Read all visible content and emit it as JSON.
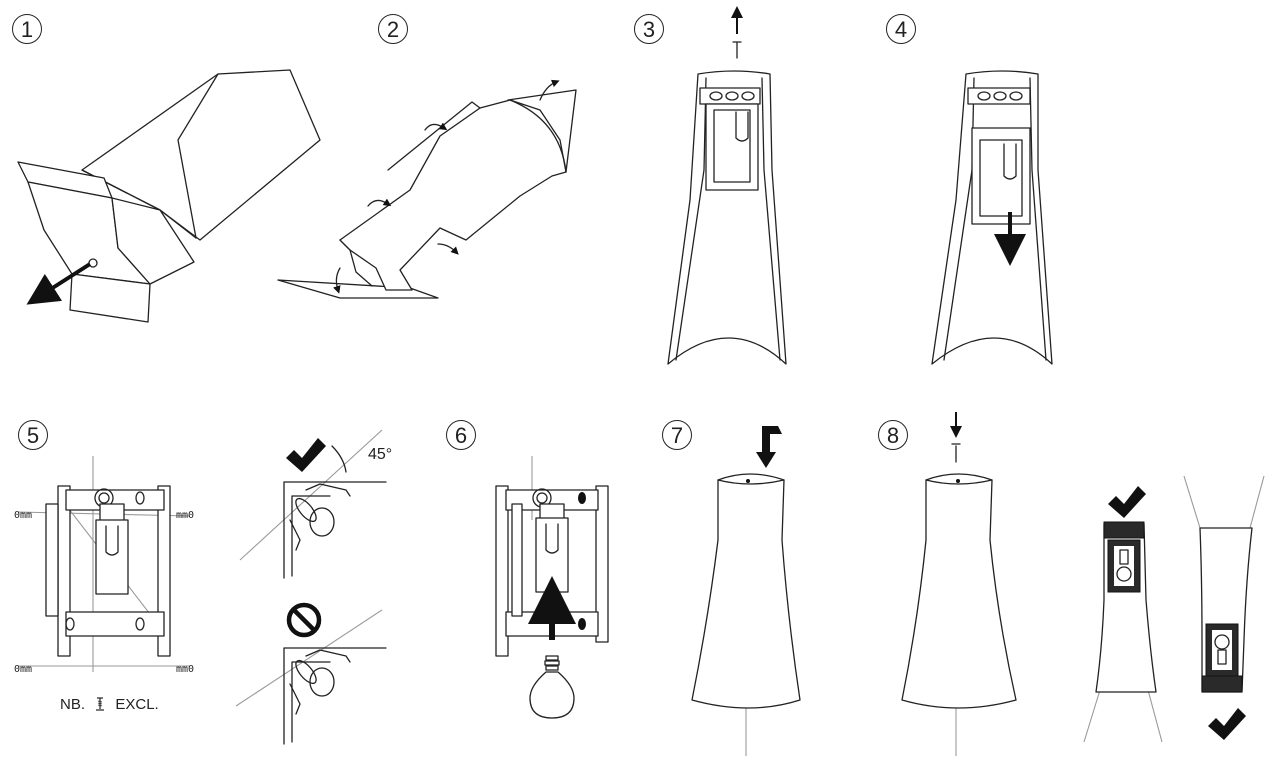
{
  "steps": [
    {
      "number": "1"
    },
    {
      "number": "2"
    },
    {
      "number": "3"
    },
    {
      "number": "4"
    },
    {
      "number": "5"
    },
    {
      "number": "6"
    },
    {
      "number": "7"
    },
    {
      "number": "8"
    }
  ],
  "angle_label": "45°",
  "note": {
    "prefix": "NB.",
    "suffix": "EXCL."
  },
  "icons": {
    "correct": "checkmark-icon",
    "prohibited": "prohibition-icon",
    "screw": "screw-icon"
  }
}
